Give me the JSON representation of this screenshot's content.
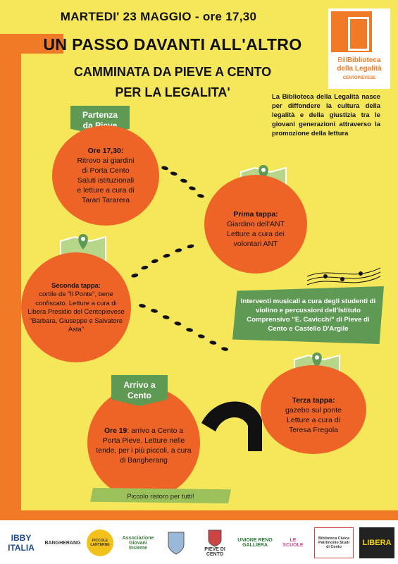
{
  "header": {
    "date_line": "MARTEDI' 23 MAGGIO - ore 17,30",
    "title": "UN PASSO DAVANTI ALL'ALTRO",
    "subtitle_1": "CAMMINATA DA PIEVE A CENTO",
    "subtitle_2": "PER LA LEGALITA'"
  },
  "logo": {
    "bill": "Bill",
    "name_1": "Biblioteca",
    "name_2": "della Legalità",
    "place": "CENTOPIEVESE"
  },
  "intro": "La Biblioteca della Legalità nasce per diffondere la cultura della legalità e della giustizia tra le giovani generazioni attraverso la promozione della lettura",
  "partenza": {
    "banner_1": "Partenza",
    "banner_2": "da Pieve"
  },
  "stop_start": {
    "time": "Ore 17,30:",
    "lines": [
      "Ritrovo ai giardini",
      "di Porta Cento",
      "Saluti istituzionali",
      "e letture a cura di",
      "Tarari Tararera"
    ]
  },
  "stop_1": {
    "title": "Prima tappa:",
    "lines": [
      "Giardino dell'ANT",
      "Letture a cura dei",
      "volontari ANT"
    ]
  },
  "stop_2": {
    "title": "Seconda tappa:",
    "text": "cortile de \"Il Ponte\", bene confiscato. Letture a cura di Libera Presidio del Centopievese \"Barbara, Giuseppe e Salvatore Asta\""
  },
  "music": "Interventi musicali a cura degli studenti di violino e percussioni dell'Istituto Comprensivo \"E. Cavicchi\" di Pieve di Cento e Castello D'Argile",
  "stop_3": {
    "title": "Terza tappa:",
    "lines": [
      "gazebo sul ponte",
      "Letture a cura di",
      "Teresa Fregola"
    ]
  },
  "arrivo": {
    "banner_1": "Arrivo a",
    "banner_2": "Cento"
  },
  "stop_end": {
    "time": "Ore 19",
    "text": ": arrivo a Cento a Porta Pieve. Letture nelle tende, per i più piccoli, a cura di Bangherang"
  },
  "ristoro": "Piccolo ristoro per tutti!",
  "footer": {
    "logos": [
      {
        "name": "IBBY ITALIA"
      },
      {
        "name": "BANGHERANG"
      },
      {
        "name": "PICCOLE LANTERNE"
      },
      {
        "name": "Associazione Giovani Insieme"
      },
      {
        "name": "stemma-1"
      },
      {
        "name": "PIEVE DI CENTO"
      },
      {
        "name": "UNIONE RENO GALLIERA"
      },
      {
        "name": "LE SCUOLE"
      },
      {
        "name": "Biblioteca Civica Patrimonio Studi di Cento"
      },
      {
        "name": "LIBERA"
      }
    ]
  },
  "colors": {
    "yellow": "#f6e75a",
    "orange": "#ee6426",
    "green": "#5f9a55",
    "lightgreen": "#9cc15a"
  }
}
